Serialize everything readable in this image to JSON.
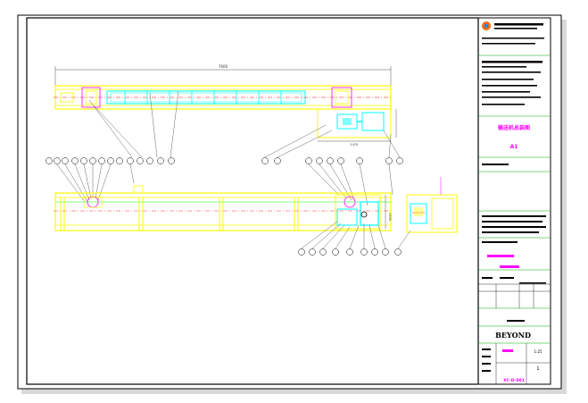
{
  "drawing": {
    "overall_length_dim": "7600",
    "drive_width_dim": "1470",
    "height_dim_right": "1300"
  },
  "title_block": {
    "project_title": "输送机总装图",
    "drawing_type": "A1",
    "brand": "BEYOND",
    "sheet_no": "1",
    "scale": "1:25",
    "drawing_no": "XC-D-001",
    "colors": {
      "frame": "#000000",
      "structure": "#ffff00",
      "components": "#00ffff",
      "centerline": "#ff0000",
      "leaders": "#808080",
      "title_text": "#ff00ff",
      "title_lines": "#00aa00"
    }
  }
}
